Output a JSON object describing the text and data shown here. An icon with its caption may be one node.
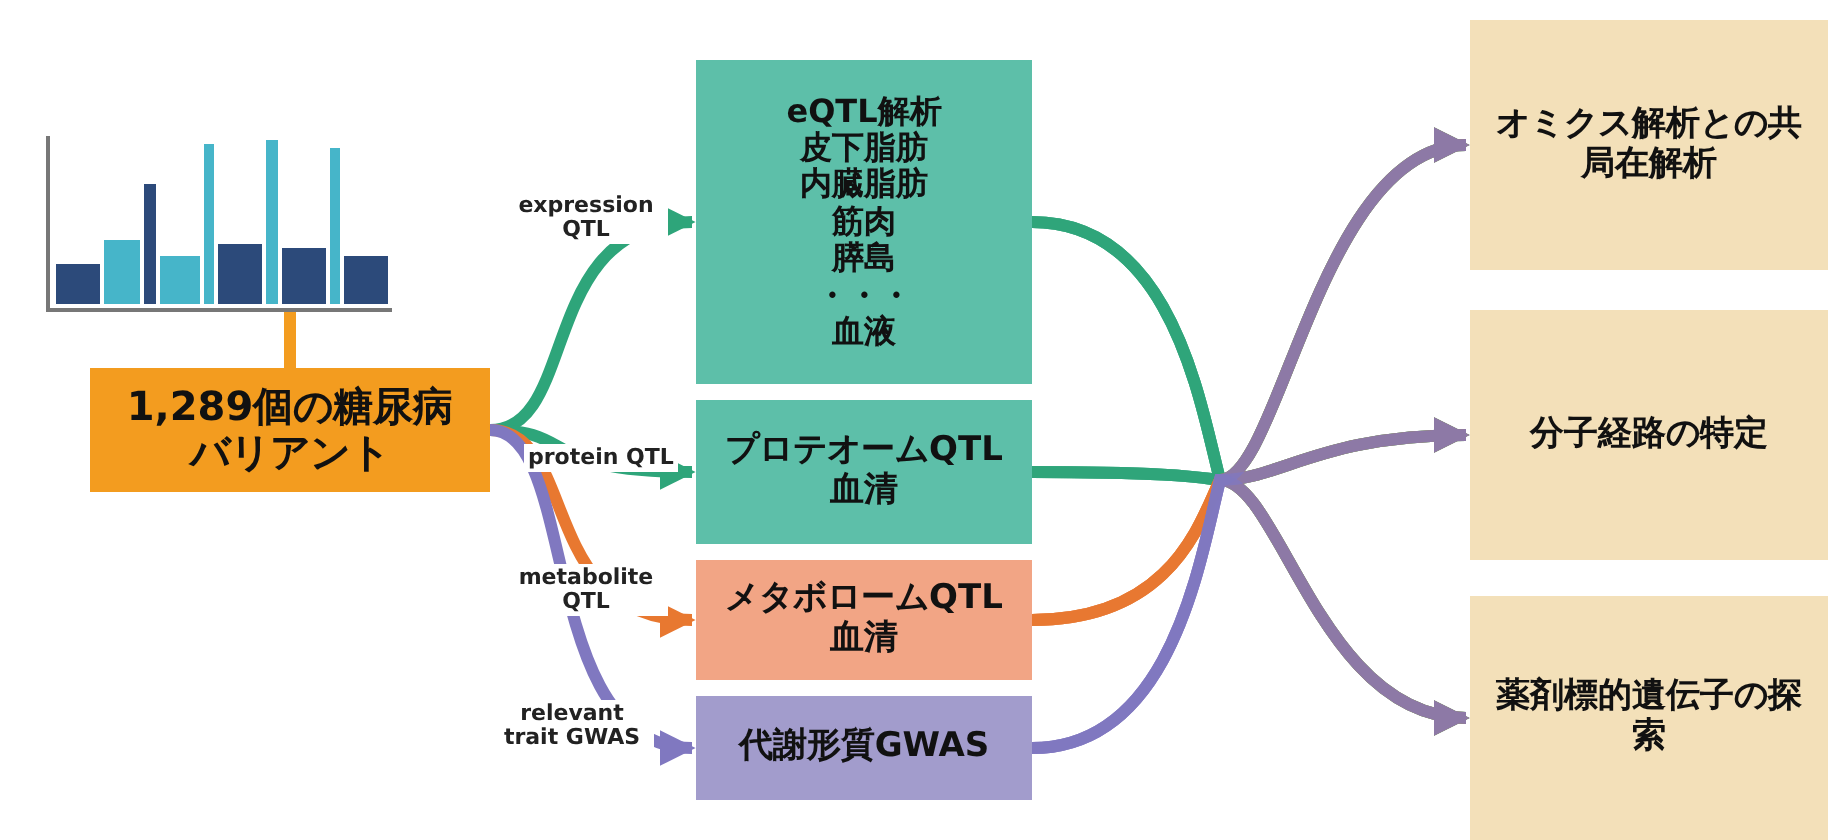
{
  "diagram": {
    "nodes": [
      {
        "text": [],
        "shape": "picture"
      },
      {
        "text": [
          "1,289個の糖尿病バリアント"
        ]
      },
      {
        "text": [
          "eQTL解析",
          "皮下脂肪",
          "内臓脂肪",
          "筋肉",
          "膵島",
          "・・・",
          "血液"
        ]
      },
      {
        "text": [
          "プロテオームQTL",
          "血清"
        ]
      },
      {
        "text": [
          "メタボロームQTL",
          "血清"
        ]
      },
      {
        "text": [
          "代謝形質GWAS"
        ]
      },
      {
        "text": [
          "オミクス解析との共局在解析"
        ]
      },
      {
        "text": [
          "分子経路の特定"
        ]
      },
      {
        "text": [
          "薬剤標的遺伝子の探索"
        ]
      }
    ],
    "edges": [
      {
        "from": 0,
        "to": 1,
        "arrow": "none",
        "color": "#f39c1f"
      },
      {
        "from": 1,
        "to": 2,
        "arrow": "to",
        "label": "expression QTL",
        "color": "#2ea57a"
      },
      {
        "from": 1,
        "to": 3,
        "arrow": "to",
        "label": "protein QTL",
        "color": "#2ea57a"
      },
      {
        "from": 1,
        "to": 4,
        "arrow": "to",
        "label": "metabolite QTL",
        "color": "#e87830"
      },
      {
        "from": 1,
        "to": 5,
        "arrow": "to",
        "label": "relevant trait GWAS",
        "color": "#8078c0"
      },
      {
        "from": 2,
        "to": 6,
        "arrow": "to",
        "color": "#2ea57a"
      },
      {
        "from": 2,
        "to": 7,
        "arrow": "to",
        "color": "#2ea57a"
      },
      {
        "from": 2,
        "to": 8,
        "arrow": "to",
        "color": "#2ea57a"
      },
      {
        "from": 3,
        "to": 6,
        "arrow": "to",
        "color": "#2ea57a"
      },
      {
        "from": 3,
        "to": 7,
        "arrow": "to",
        "color": "#2ea57a"
      },
      {
        "from": 3,
        "to": 8,
        "arrow": "to",
        "color": "#2ea57a"
      },
      {
        "from": 4,
        "to": 6,
        "arrow": "to",
        "color": "#e87830"
      },
      {
        "from": 4,
        "to": 7,
        "arrow": "to",
        "color": "#e87830"
      },
      {
        "from": 4,
        "to": 8,
        "arrow": "to",
        "color": "#e87830"
      },
      {
        "from": 5,
        "to": 6,
        "arrow": "to",
        "color": "#8078c0"
      },
      {
        "from": 5,
        "to": 7,
        "arrow": "to",
        "color": "#8078c0"
      },
      {
        "from": 5,
        "to": 8,
        "arrow": "to",
        "color": "#8078c0"
      }
    ]
  }
}
